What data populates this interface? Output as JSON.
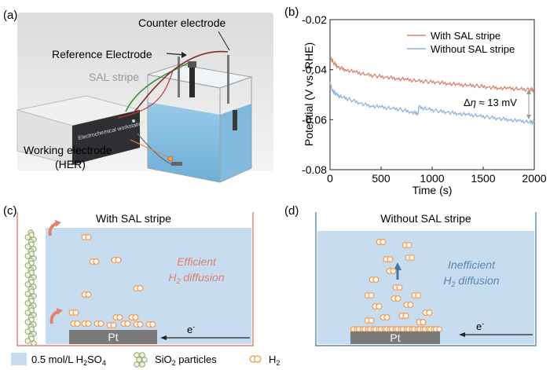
{
  "panels": {
    "a": {
      "label": "(a)",
      "callouts": {
        "counter_electrode": "Counter electrode",
        "reference_electrode": "Reference Electrode",
        "sal_stripe": "SAL stripe",
        "working_electrode_1": "Working electrode",
        "working_electrode_2": "(HER)"
      },
      "device_label": "Electrochemical workstation"
    },
    "b": {
      "label": "(b)"
    },
    "c": {
      "label": "(c)",
      "title": "With SAL stripe",
      "caption_1": "Efficient",
      "caption_2_main": "H",
      "caption_2_sub": "2",
      "caption_2_rest": " diffusion",
      "electrode": "Pt",
      "electron": "e",
      "electron_sup": "-"
    },
    "d": {
      "label": "(d)",
      "title": "Without SAL stripe",
      "caption_1": "Inefficient",
      "caption_2_main": "H",
      "caption_2_sub": "2",
      "caption_2_rest": " diffusion",
      "electrode": "Pt",
      "electron": "e",
      "electron_sup": "-"
    }
  },
  "bottom_legend": {
    "electrolyte_main": "0.5 mol/L H",
    "electrolyte_sub1": "2",
    "electrolyte_mid": "SO",
    "electrolyte_sub2": "4",
    "particles_main": "SiO",
    "particles_sub": "2",
    "particles_rest": " particles",
    "gas_main": "H",
    "gas_sub": "2"
  },
  "colors": {
    "with_sal": "#d9826f",
    "without_sal": "#8fb4dc",
    "electrolyte": "#c8dcef",
    "efficient_text": "#d98070",
    "inefficient_text": "#5a86b0",
    "bubble": "#f2a05a"
  },
  "chart_data": {
    "type": "line",
    "xlabel": "Time (s)",
    "ylabel": "Potential (V vs. RHE)",
    "xlim": [
      0,
      2000
    ],
    "ylim": [
      -0.08,
      -0.02
    ],
    "xticks": [
      0,
      500,
      1000,
      1500,
      2000
    ],
    "yticks": [
      -0.02,
      -0.04,
      -0.06,
      -0.08
    ],
    "ytick_labels": [
      "-0.02",
      "-0.04",
      "-0.06",
      "-0.08"
    ],
    "legend_position": "top-right",
    "annotation": {
      "main": "Δη ≈ 13 mV",
      "eta_prefix": "Δ",
      "eta": "η",
      "rest": " ≈ 13 mV"
    },
    "series": [
      {
        "name": "With SAL stripe",
        "color": "#d9826f",
        "x": [
          0,
          30,
          80,
          150,
          250,
          350,
          450,
          550,
          650,
          750,
          850,
          950,
          1050,
          1150,
          1250,
          1350,
          1450,
          1550,
          1650,
          1750,
          1850,
          1950,
          2000
        ],
        "y": [
          -0.035,
          -0.037,
          -0.039,
          -0.04,
          -0.041,
          -0.042,
          -0.0425,
          -0.043,
          -0.0435,
          -0.044,
          -0.0445,
          -0.0448,
          -0.045,
          -0.0455,
          -0.046,
          -0.0463,
          -0.0465,
          -0.047,
          -0.0473,
          -0.0475,
          -0.0478,
          -0.048,
          -0.048
        ]
      },
      {
        "name": "Without SAL stripe",
        "color": "#8fb4dc",
        "x": [
          0,
          20,
          60,
          120,
          200,
          300,
          400,
          500,
          600,
          700,
          800,
          860,
          870,
          950,
          1050,
          1150,
          1250,
          1350,
          1450,
          1550,
          1650,
          1750,
          1850,
          1950,
          2000
        ],
        "y": [
          -0.045,
          -0.048,
          -0.05,
          -0.051,
          -0.052,
          -0.0535,
          -0.0545,
          -0.055,
          -0.0555,
          -0.056,
          -0.057,
          -0.0575,
          -0.055,
          -0.0558,
          -0.0565,
          -0.057,
          -0.0575,
          -0.058,
          -0.0585,
          -0.059,
          -0.0595,
          -0.06,
          -0.0605,
          -0.061,
          -0.061
        ]
      }
    ]
  }
}
